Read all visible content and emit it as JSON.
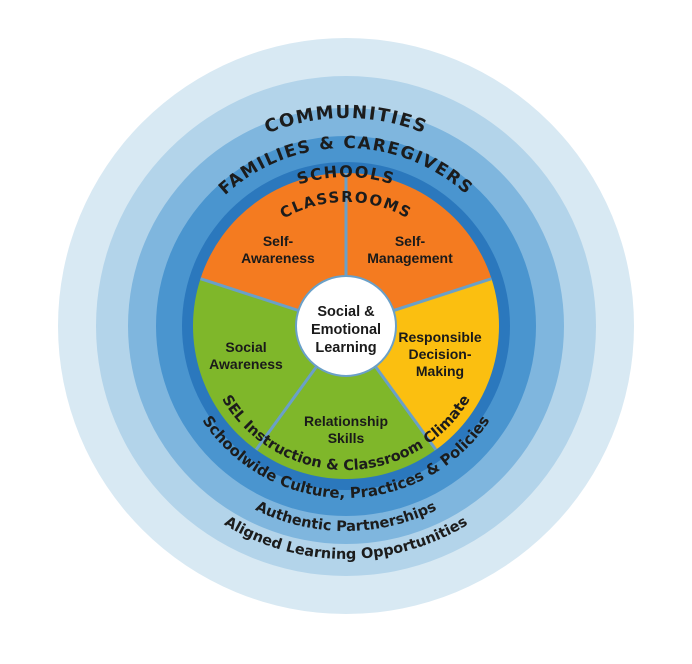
{
  "rings": {
    "communities": "COMMUNITIES",
    "families": "FAMILIES & CAREGIVERS",
    "schools": "SCHOOLS",
    "classrooms": "CLASSROOMS"
  },
  "bottom_labels": {
    "sel_instruction": "SEL Instruction & Classroom Climate",
    "schoolwide": "Schoolwide Culture, Practices & Policies",
    "partnerships": "Authentic Partnerships",
    "aligned": "Aligned Learning Opportunities"
  },
  "center": {
    "line1": "Social &",
    "line2": "Emotional",
    "line3": "Learning"
  },
  "competencies": {
    "self_awareness": {
      "line1": "Self-",
      "line2": "Awareness"
    },
    "self_management": {
      "line1": "Self-",
      "line2": "Management"
    },
    "responsible": {
      "line1": "Responsible",
      "line2": "Decision-",
      "line3": "Making"
    },
    "relationship": {
      "line1": "Relationship",
      "line2": "Skills"
    },
    "social_awareness": {
      "line1": "Social",
      "line2": "Awareness"
    }
  },
  "colors": {
    "ring_outer": "#d8e9f3",
    "ring_2": "#b3d4ea",
    "ring_3": "#7fb6de",
    "ring_4": "#4a95cf",
    "ring_inner": "#2b78bd",
    "orange": "#f47b20",
    "yellow": "#fbbf10",
    "green": "#7fb72a",
    "divider": "#6aa0c8",
    "center": "#ffffff"
  }
}
